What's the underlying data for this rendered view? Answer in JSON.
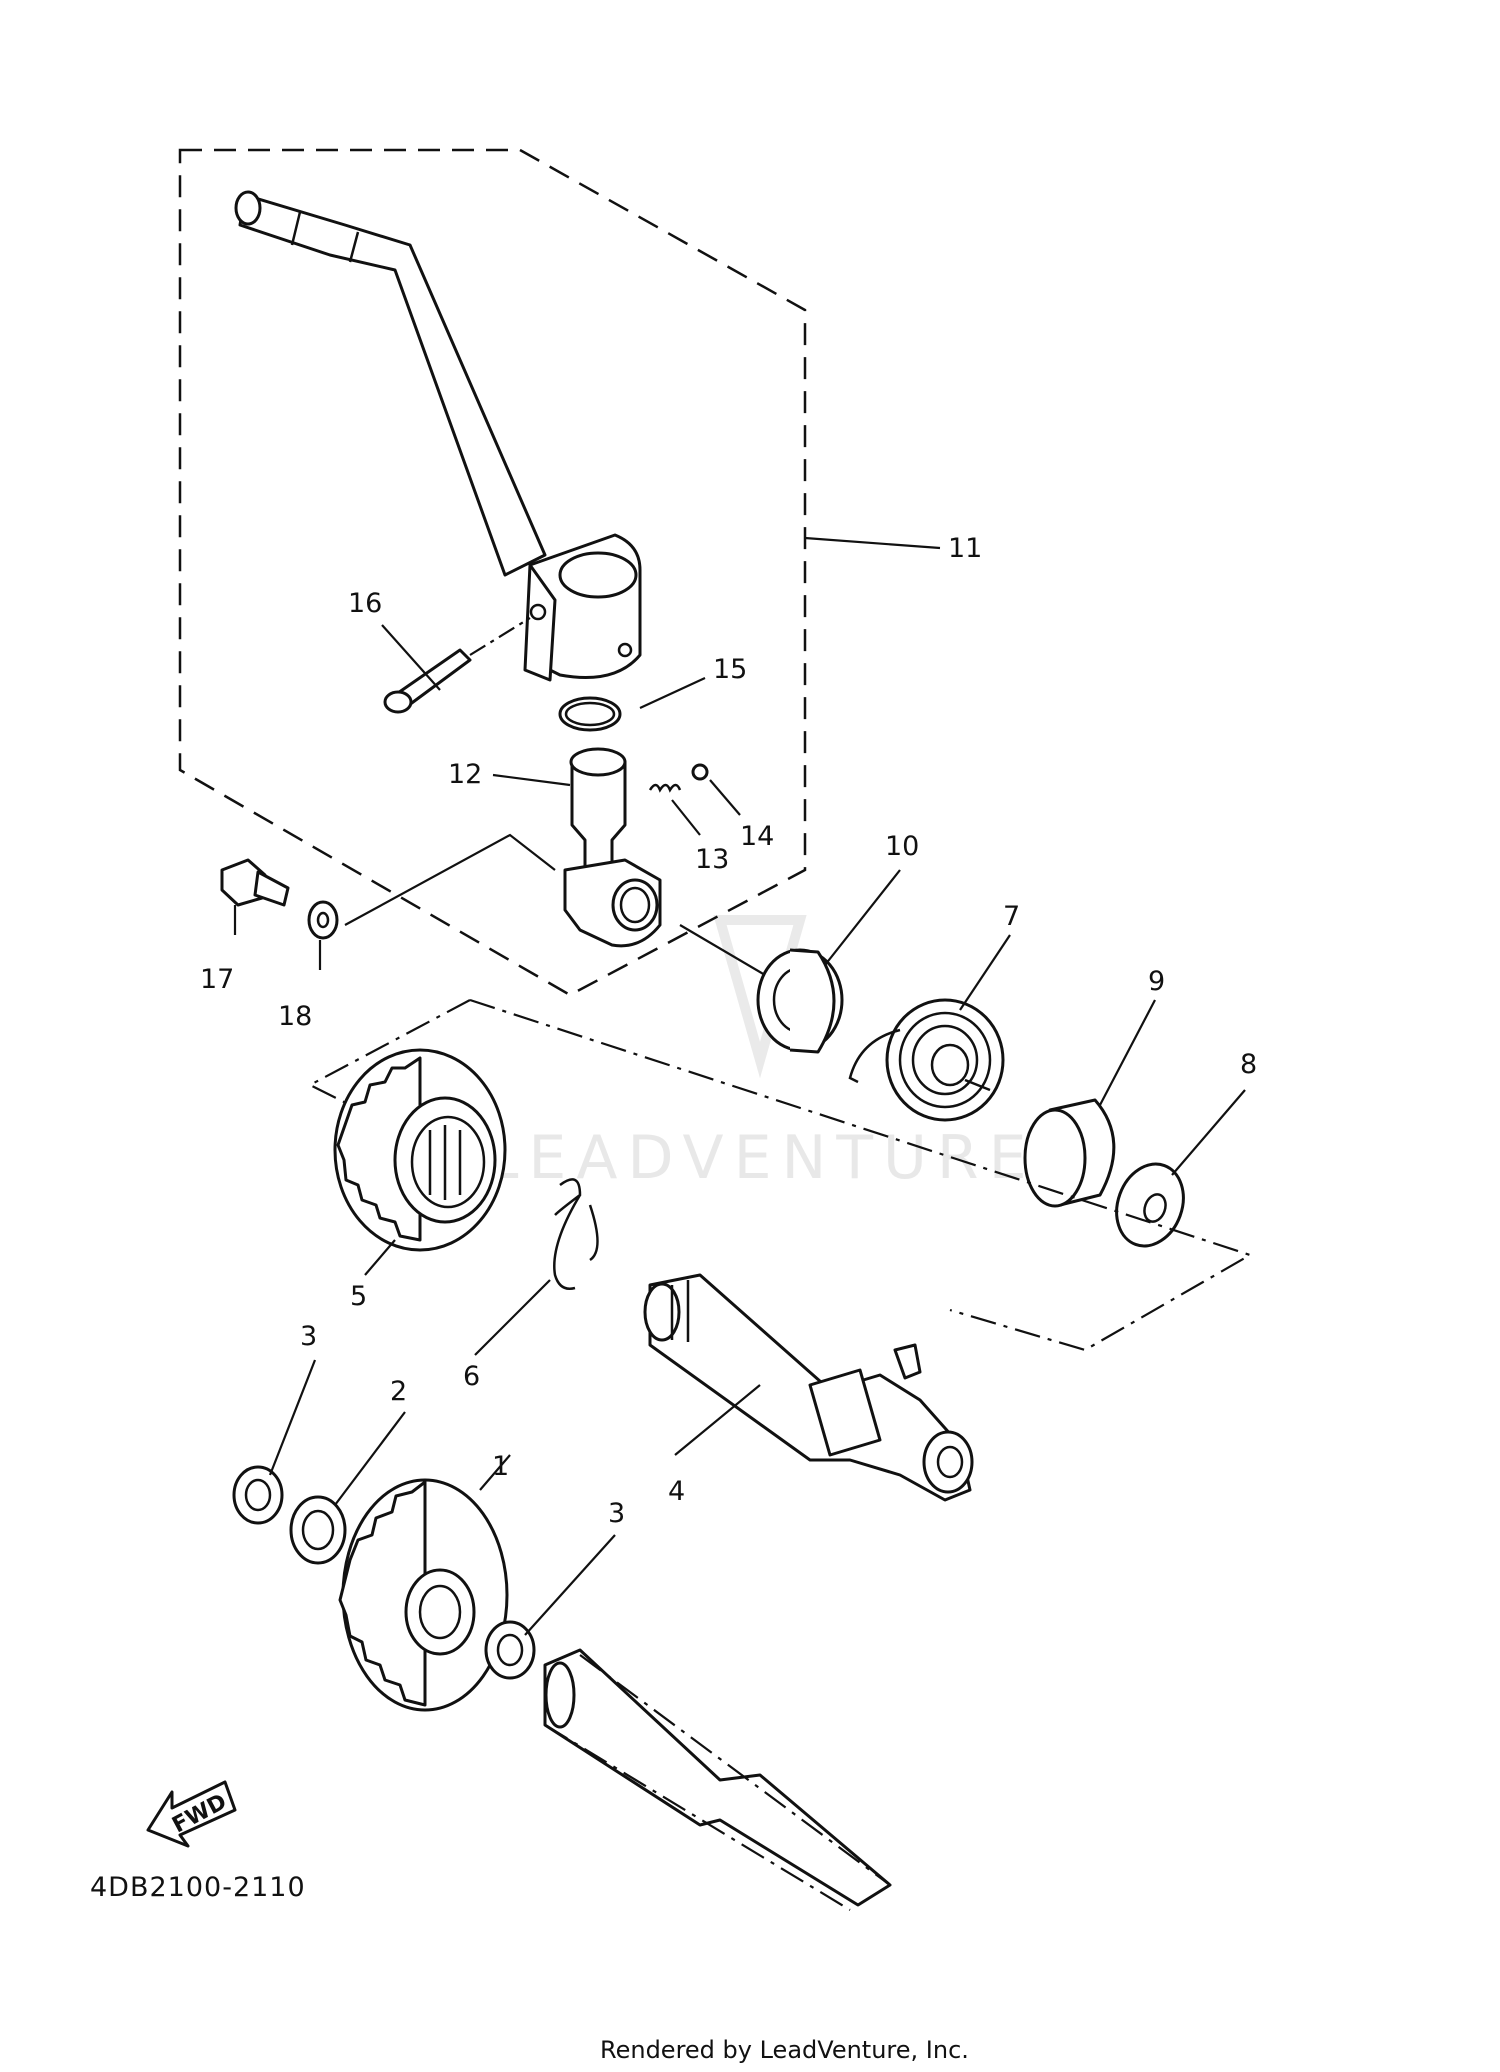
{
  "diagram_code": "4DB2100-2110",
  "footer": "Rendered by LeadVenture, Inc.",
  "watermark": "LEADVENTURE",
  "fwd_label": "FWD",
  "callouts": [
    {
      "id": "1",
      "label": "1"
    },
    {
      "id": "2",
      "label": "2"
    },
    {
      "id": "3a",
      "label": "3"
    },
    {
      "id": "3b",
      "label": "3"
    },
    {
      "id": "4",
      "label": "4"
    },
    {
      "id": "5",
      "label": "5"
    },
    {
      "id": "6",
      "label": "6"
    },
    {
      "id": "7",
      "label": "7"
    },
    {
      "id": "8",
      "label": "8"
    },
    {
      "id": "9",
      "label": "9"
    },
    {
      "id": "10",
      "label": "10"
    },
    {
      "id": "11",
      "label": "11"
    },
    {
      "id": "12",
      "label": "12"
    },
    {
      "id": "13",
      "label": "13"
    },
    {
      "id": "14",
      "label": "14"
    },
    {
      "id": "15",
      "label": "15"
    },
    {
      "id": "16",
      "label": "16"
    },
    {
      "id": "17",
      "label": "17"
    },
    {
      "id": "18",
      "label": "18"
    }
  ]
}
